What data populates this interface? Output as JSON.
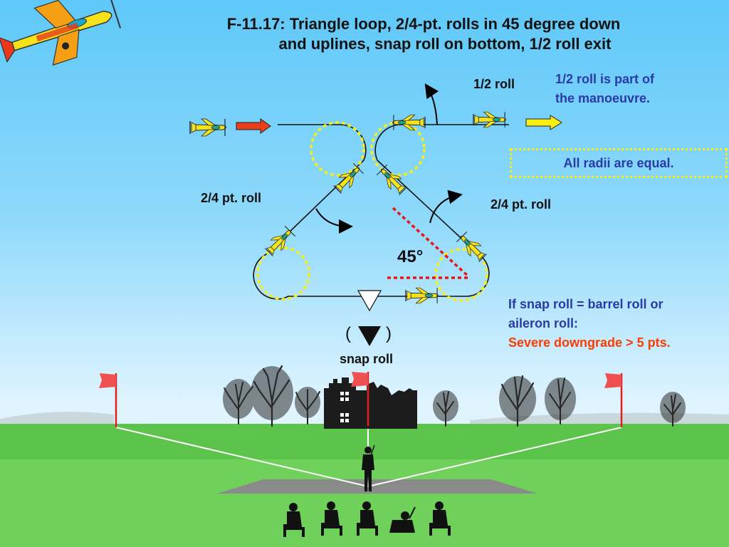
{
  "title": {
    "line1": "F-11.17: Triangle loop, 2/4-pt. rolls in 45 degree down",
    "line2": "and uplines, snap roll on bottom, 1/2 roll exit"
  },
  "labels": {
    "half_roll": "1/2 roll",
    "left_roll": "2/4 pt. roll",
    "right_roll": "2/4 pt. roll",
    "angle": "45°",
    "snap_paren_open": "(",
    "snap_paren_close": ")",
    "snap_roll": "snap roll"
  },
  "notes": {
    "half_roll_part_1": "1/2 roll is part of",
    "half_roll_part_2": "the manoeuvre.",
    "radii": "All radii are equal.",
    "snap_1": "If snap roll = barrel roll or",
    "snap_2": "aileron roll:",
    "snap_3": "Severe downgrade > 5 pts."
  },
  "colors": {
    "title": "#111111",
    "note_blue": "#2a3aa8",
    "note_red": "#ff3b00",
    "radius_circle": "#f5ee1a",
    "angle_marker": "#e8161a",
    "entry_arrow": "#e8401a",
    "exit_arrow": "#f8ee10",
    "plane_body": "#f5e21a"
  }
}
